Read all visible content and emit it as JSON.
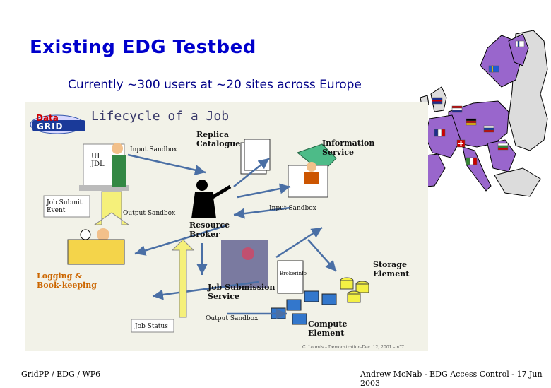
{
  "slide": {
    "title": "Existing EDG Testbed",
    "subtitle": "Currently ~300 users at ~20 sites across Europe",
    "footer_left": "GridPP / EDG / WP6",
    "footer_right": "Andrew McNab - EDG Access Control - 17 Jun 2003"
  },
  "diagram": {
    "logo_top": "Data",
    "logo_bottom": "GRID",
    "heading": "Lifecycle of a Job",
    "labels": {
      "replica_catalogue": "Replica Catalogue",
      "information_service": "Information Service",
      "ui_jdl": "UI JDL",
      "input_sandbox_top": "Input Sandbox",
      "input_sandbox_right": "Input Sandbox",
      "job_submit_event": "Job Submit Event",
      "output_sandbox_left": "Output Sandbox",
      "resource_broker": "Resource Broker",
      "logging": "Logging & Book-keeping",
      "brokerinfo": "Brokerinfo",
      "storage_element": "Storage Element",
      "job_submission_service": "Job Submission Service",
      "output_sandbox_bottom": "Output Sandbox",
      "job_status": "Job Status",
      "compute_element": "Compute Element",
      "credit": "C. Loomis – Demonstration-Dec. 12, 2001 – n°7"
    }
  },
  "colors": {
    "title": "#0000cc",
    "arrow_blue": "#4a6fa5",
    "arrow_yellow": "#f5f07a",
    "map_purple": "#9966cc",
    "map_grey": "#dcdcdc"
  }
}
